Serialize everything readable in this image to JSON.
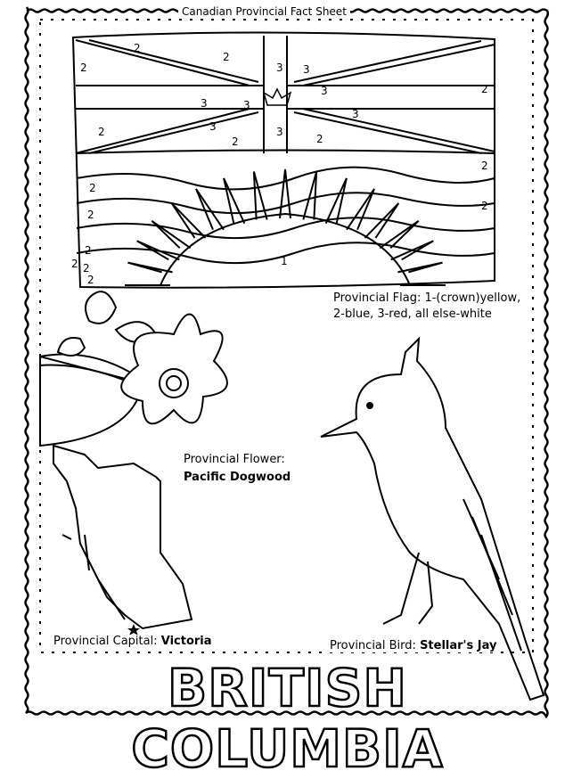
{
  "sheet_title": "Canadian Provincial Fact Sheet",
  "province_name": "BRITISH COLUMBIA",
  "flag": {
    "note_line1": "Provincial Flag: 1-(crown)yellow,",
    "note_line2": "2-blue, 3-red, all else-white",
    "labels": [
      "2",
      "2",
      "2",
      "3",
      "3",
      "3",
      "3",
      "3",
      "2",
      "2",
      "3",
      "3",
      "3",
      "2",
      "2",
      "2",
      "2",
      "2",
      "2",
      "2",
      "2",
      "2",
      "2",
      "1"
    ]
  },
  "flower": {
    "label": "Provincial Flower:",
    "value": "Pacific Dogwood"
  },
  "capital": {
    "label": "Provincial Capital:",
    "value": "Victoria"
  },
  "bird": {
    "label": "Provincial Bird:",
    "value": "Stellar's Jay"
  }
}
